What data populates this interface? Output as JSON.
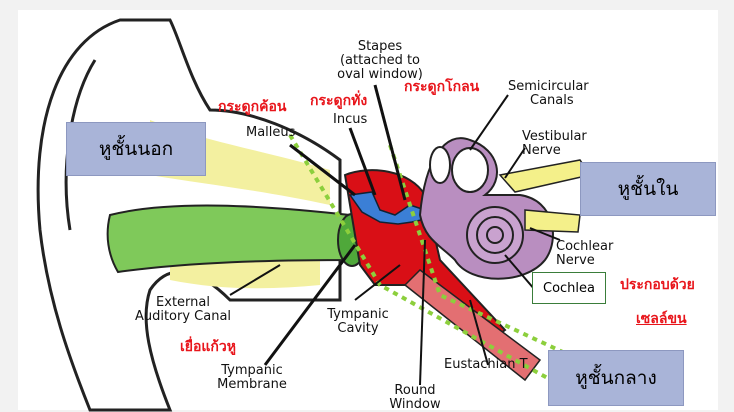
{
  "labels": {
    "stapes": "Stapes",
    "stapes_sub1": "(attached to",
    "stapes_sub2": "oval window)",
    "semicircular1": "Semicircular",
    "semicircular2": "Canals",
    "vestibular1": "Vestibular",
    "vestibular2": "Nerve",
    "malleus": "Malleus",
    "incus": "Incus",
    "cochlear_nerve1": "Cochlear",
    "cochlear_nerve2": "Nerve",
    "cochlea": "Cochlea",
    "external1": "External",
    "external2": "Auditory Canal",
    "tympanic_cavity1": "Tympanic",
    "tympanic_cavity2": "Cavity",
    "tympanic_membrane1": "Tympanic",
    "tympanic_membrane2": "Membrane",
    "eustachian": "Eustachian T",
    "round_window1": "Round",
    "round_window2": "Window"
  },
  "thai_labels": {
    "malleus": "กระดูกค้อน",
    "incus": "กระดูกทั่ง",
    "stapes": "กระดูกโกลน",
    "eardrum": "เยื่อแก้วหู",
    "composed_of": "ประกอบด้วย",
    "hair_cells": "เซลล์ขน"
  },
  "regions": {
    "outer_ear": "หูชั้นนอก",
    "inner_ear": "หูชั้นใน",
    "middle_ear": "หูชั้นกลาง"
  },
  "colors": {
    "region_box": "#a9b4d8",
    "thai_text": "#e8151b",
    "middle_ear_outline": "#8ccf3c",
    "canal": "#7fc95a",
    "middle_cavity": "#d90f16",
    "inner_ear": "#b98ec0",
    "nerve": "#f4f08a"
  }
}
